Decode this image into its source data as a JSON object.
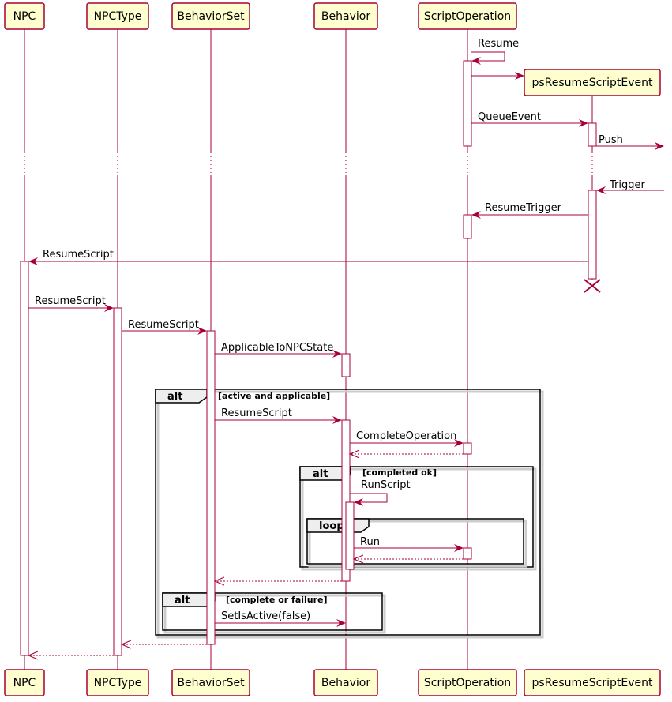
{
  "participants": [
    {
      "id": "npc",
      "label": "NPC"
    },
    {
      "id": "npctype",
      "label": "NPCType"
    },
    {
      "id": "behaviorset",
      "label": "BehaviorSet"
    },
    {
      "id": "behavior",
      "label": "Behavior"
    },
    {
      "id": "scriptop",
      "label": "ScriptOperation"
    },
    {
      "id": "event",
      "label": "psResumeScriptEvent"
    }
  ],
  "messages": {
    "resume": "Resume",
    "queue_event": "QueueEvent",
    "push": "Push",
    "trigger": "Trigger",
    "resume_trigger": "ResumeTrigger",
    "resume_script_npc": "ResumeScript",
    "resume_script_npctype": "ResumeScript",
    "resume_script_behaviorset": "ResumeScript",
    "applicable": "ApplicableToNPCState",
    "resume_script_behavior": "ResumeScript",
    "complete_operation": "CompleteOperation",
    "run_script": "RunScript",
    "run": "Run",
    "set_is_active": "SetIsActive(false)"
  },
  "frames": {
    "alt_outer": {
      "title": "alt",
      "condition": "[active and applicable]"
    },
    "alt_completed": {
      "title": "alt",
      "condition": "[completed ok]"
    },
    "loop": {
      "title": "loop"
    },
    "alt_failure": {
      "title": "alt",
      "condition": "[complete or failure]"
    }
  },
  "colors": {
    "accent": "#A80036",
    "box_fill": "#FEFECE",
    "frame_tab": "#EEEEEE"
  }
}
